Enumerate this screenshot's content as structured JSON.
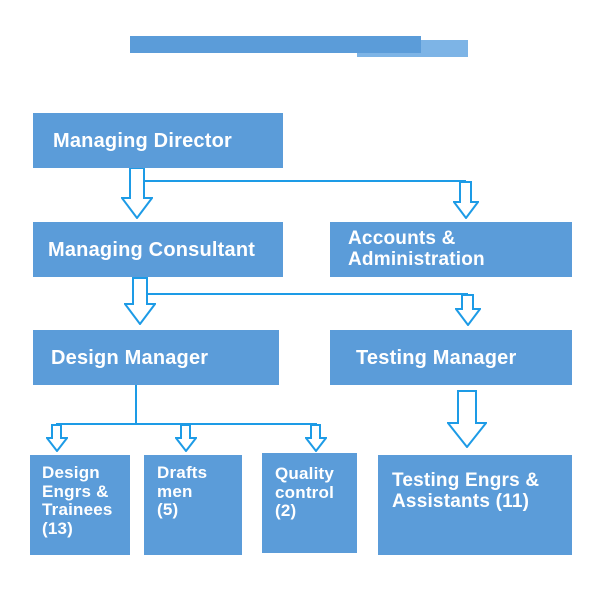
{
  "colors": {
    "box_fill": "#5b9cd9",
    "title_bar": "#5b9cd9",
    "title_bar_overlay": "#7db4e6",
    "arrow_outline": "#1d9be6",
    "label_text": "#ffffff",
    "background": "#ffffff"
  },
  "chart_data": {
    "type": "org-chart",
    "title": "",
    "hierarchy": {
      "root": "Managing Director",
      "children": [
        {
          "name": "Managing Consultant",
          "children": [
            {
              "name": "Design Manager",
              "children": [
                "Design Engrs & Trainees (13)",
                "Drafts men (5)",
                "Quality control (2)"
              ]
            },
            {
              "name": "Testing Manager",
              "children": [
                "Testing Engrs & Assistants (11)"
              ]
            }
          ]
        },
        {
          "name": "Accounts & Administration",
          "children": []
        }
      ]
    }
  },
  "nodes": [
    {
      "id": "managing-director",
      "lines": [
        "Managing Director"
      ]
    },
    {
      "id": "managing-consultant",
      "lines": [
        "Managing Consultant"
      ]
    },
    {
      "id": "accounts-administration",
      "lines": [
        "Accounts &",
        "Administration"
      ]
    },
    {
      "id": "design-manager",
      "lines": [
        "Design Manager"
      ]
    },
    {
      "id": "testing-manager",
      "lines": [
        "Testing Manager"
      ]
    },
    {
      "id": "design-engrs-trainees",
      "lines": [
        "Design",
        "Engrs &",
        "Trainees",
        "(13)"
      ]
    },
    {
      "id": "draftsmen",
      "lines": [
        "Drafts",
        "men",
        "(5)"
      ]
    },
    {
      "id": "quality-control",
      "lines": [
        "Quality",
        "control",
        "(2)"
      ]
    },
    {
      "id": "testing-engrs-assistants",
      "lines": [
        "Testing Engrs &",
        "Assistants (11)"
      ]
    }
  ]
}
